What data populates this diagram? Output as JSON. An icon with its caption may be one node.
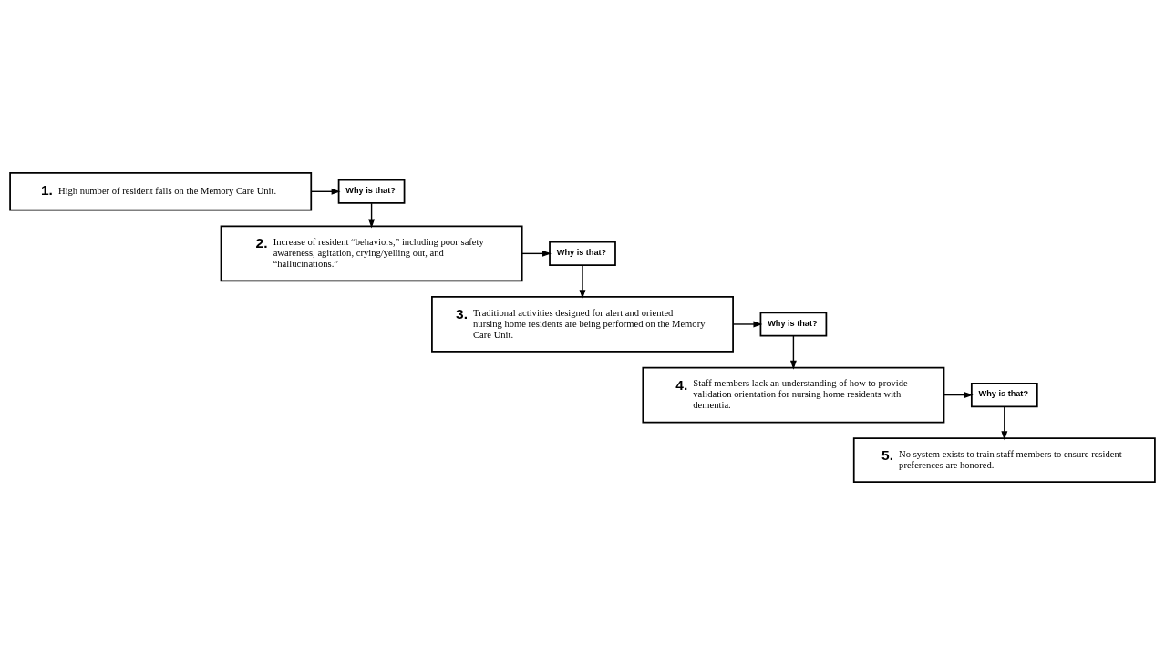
{
  "diagram": {
    "nodes": [
      {
        "text": [
          "1.",
          "High number of resident falls on the Memory Care Unit."
        ]
      },
      {
        "text": [
          "Why is that?"
        ]
      },
      {
        "text": [
          "2.",
          "Increase of resident “behaviors,” including poor safety awareness, agitation, crying/yelling out, and “hallucinations.”"
        ]
      },
      {
        "text": [
          "Why is that?"
        ]
      },
      {
        "text": [
          "3.",
          "Traditional activities designed for alert and oriented nursing home residents are being performed on the Memory Care Unit."
        ]
      },
      {
        "text": [
          "Why is that?"
        ]
      },
      {
        "text": [
          "4.",
          "Staff members lack an understanding of how to provide validation orientation for nursing home residents with dementia."
        ]
      },
      {
        "text": [
          "Why is that?"
        ]
      },
      {
        "text": [
          "5.",
          "No system exists to train staff members to ensure resident preferences are honored."
        ]
      }
    ],
    "edges": [
      {
        "from": 0,
        "to": 1,
        "arrow": "to"
      },
      {
        "from": 1,
        "to": 2,
        "arrow": "to"
      },
      {
        "from": 2,
        "to": 3,
        "arrow": "to"
      },
      {
        "from": 3,
        "to": 4,
        "arrow": "to"
      },
      {
        "from": 4,
        "to": 5,
        "arrow": "to"
      },
      {
        "from": 5,
        "to": 6,
        "arrow": "to"
      },
      {
        "from": 6,
        "to": 7,
        "arrow": "to"
      },
      {
        "from": 7,
        "to": 8,
        "arrow": "to"
      }
    ]
  }
}
